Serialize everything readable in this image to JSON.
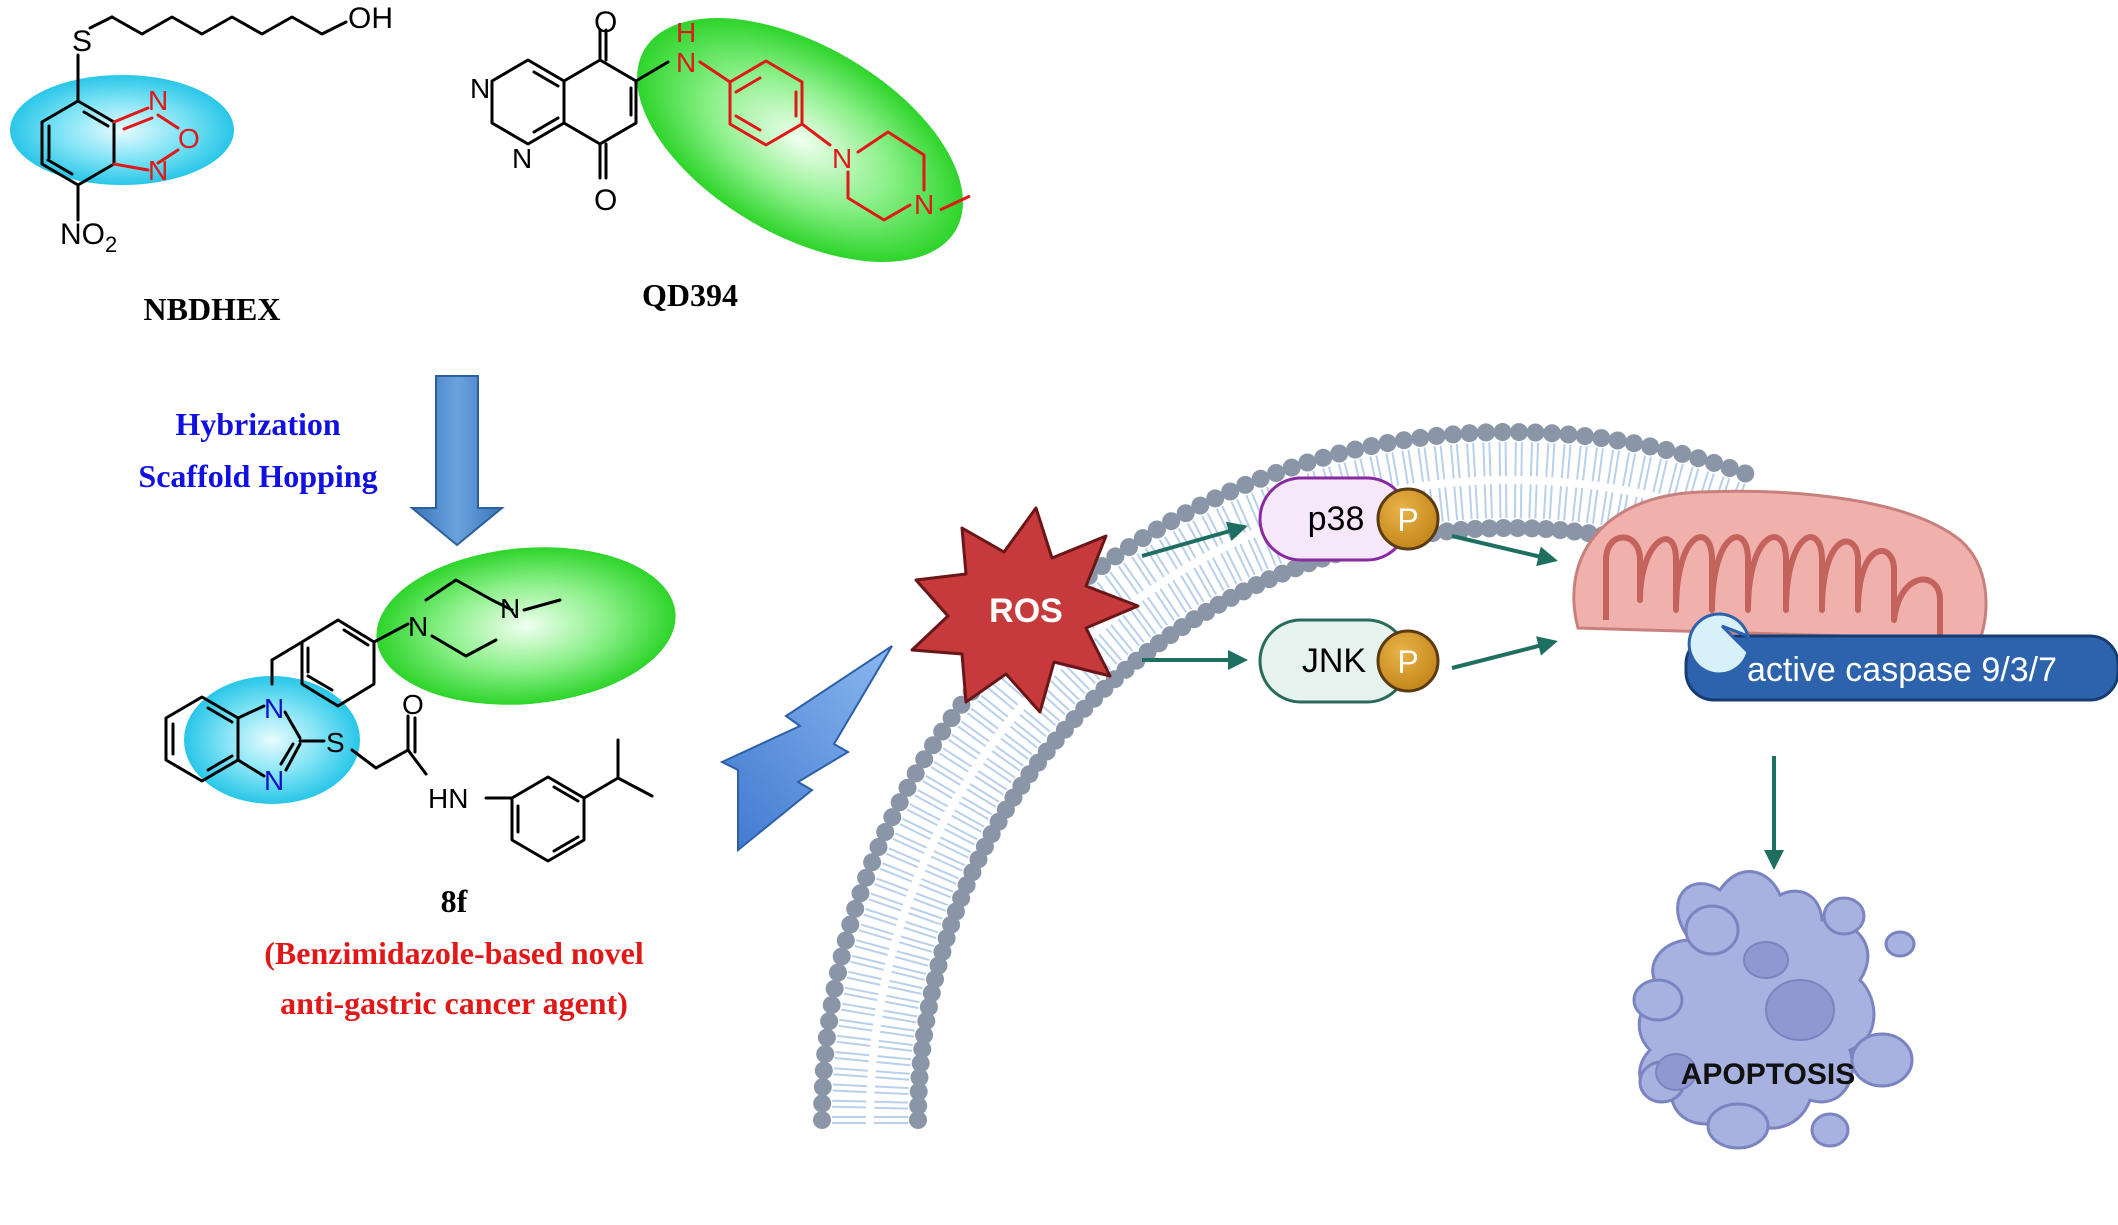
{
  "compounds": {
    "nbdhex": {
      "name": "NBDHEX",
      "atoms": {
        "s": "S",
        "oh": "OH",
        "n1": "N",
        "o": "O",
        "n2": "N",
        "no2": "NO",
        "no2_sub": "2"
      }
    },
    "qd394": {
      "name": "QD394",
      "atoms": {
        "o1": "O",
        "o2": "O",
        "n1": "N",
        "n2": "N",
        "h": "H",
        "nh": "N",
        "np1": "N",
        "np2": "N"
      }
    },
    "c8f": {
      "name": "8f",
      "description_line1": "(Benzimidazole-based novel",
      "description_line2": "anti-gastric cancer agent)",
      "atoms": {
        "n1": "N",
        "n2": "N",
        "s": "S",
        "o": "O",
        "hn": "HN",
        "np1": "N",
        "np2": "N"
      }
    }
  },
  "strategy": {
    "line1": "Hybrization",
    "line2": "Scaffold Hopping"
  },
  "pathway": {
    "ros": "ROS",
    "p38": "p38",
    "jnk": "JNK",
    "phospho": "P",
    "caspase": "active caspase 9/3/7",
    "apoptosis": "APOPTOSIS"
  },
  "colors": {
    "highlight_cyan": "#4fd3ee",
    "highlight_green": "#4ee04b",
    "strategy_text": "#1010e0",
    "agent_text": "#e01818",
    "ros_fill": "#c73a3c",
    "arrow_teal": "#1f6e62",
    "caspase_fill": "#2d63ad",
    "mito_fill": "#f0b1ad",
    "apoptosis_fill": "#a8b2e0",
    "membrane_head": "#8a96a8",
    "bolt_fill": "#5c8fdc",
    "hop_arrow": "#4f8ccb"
  }
}
